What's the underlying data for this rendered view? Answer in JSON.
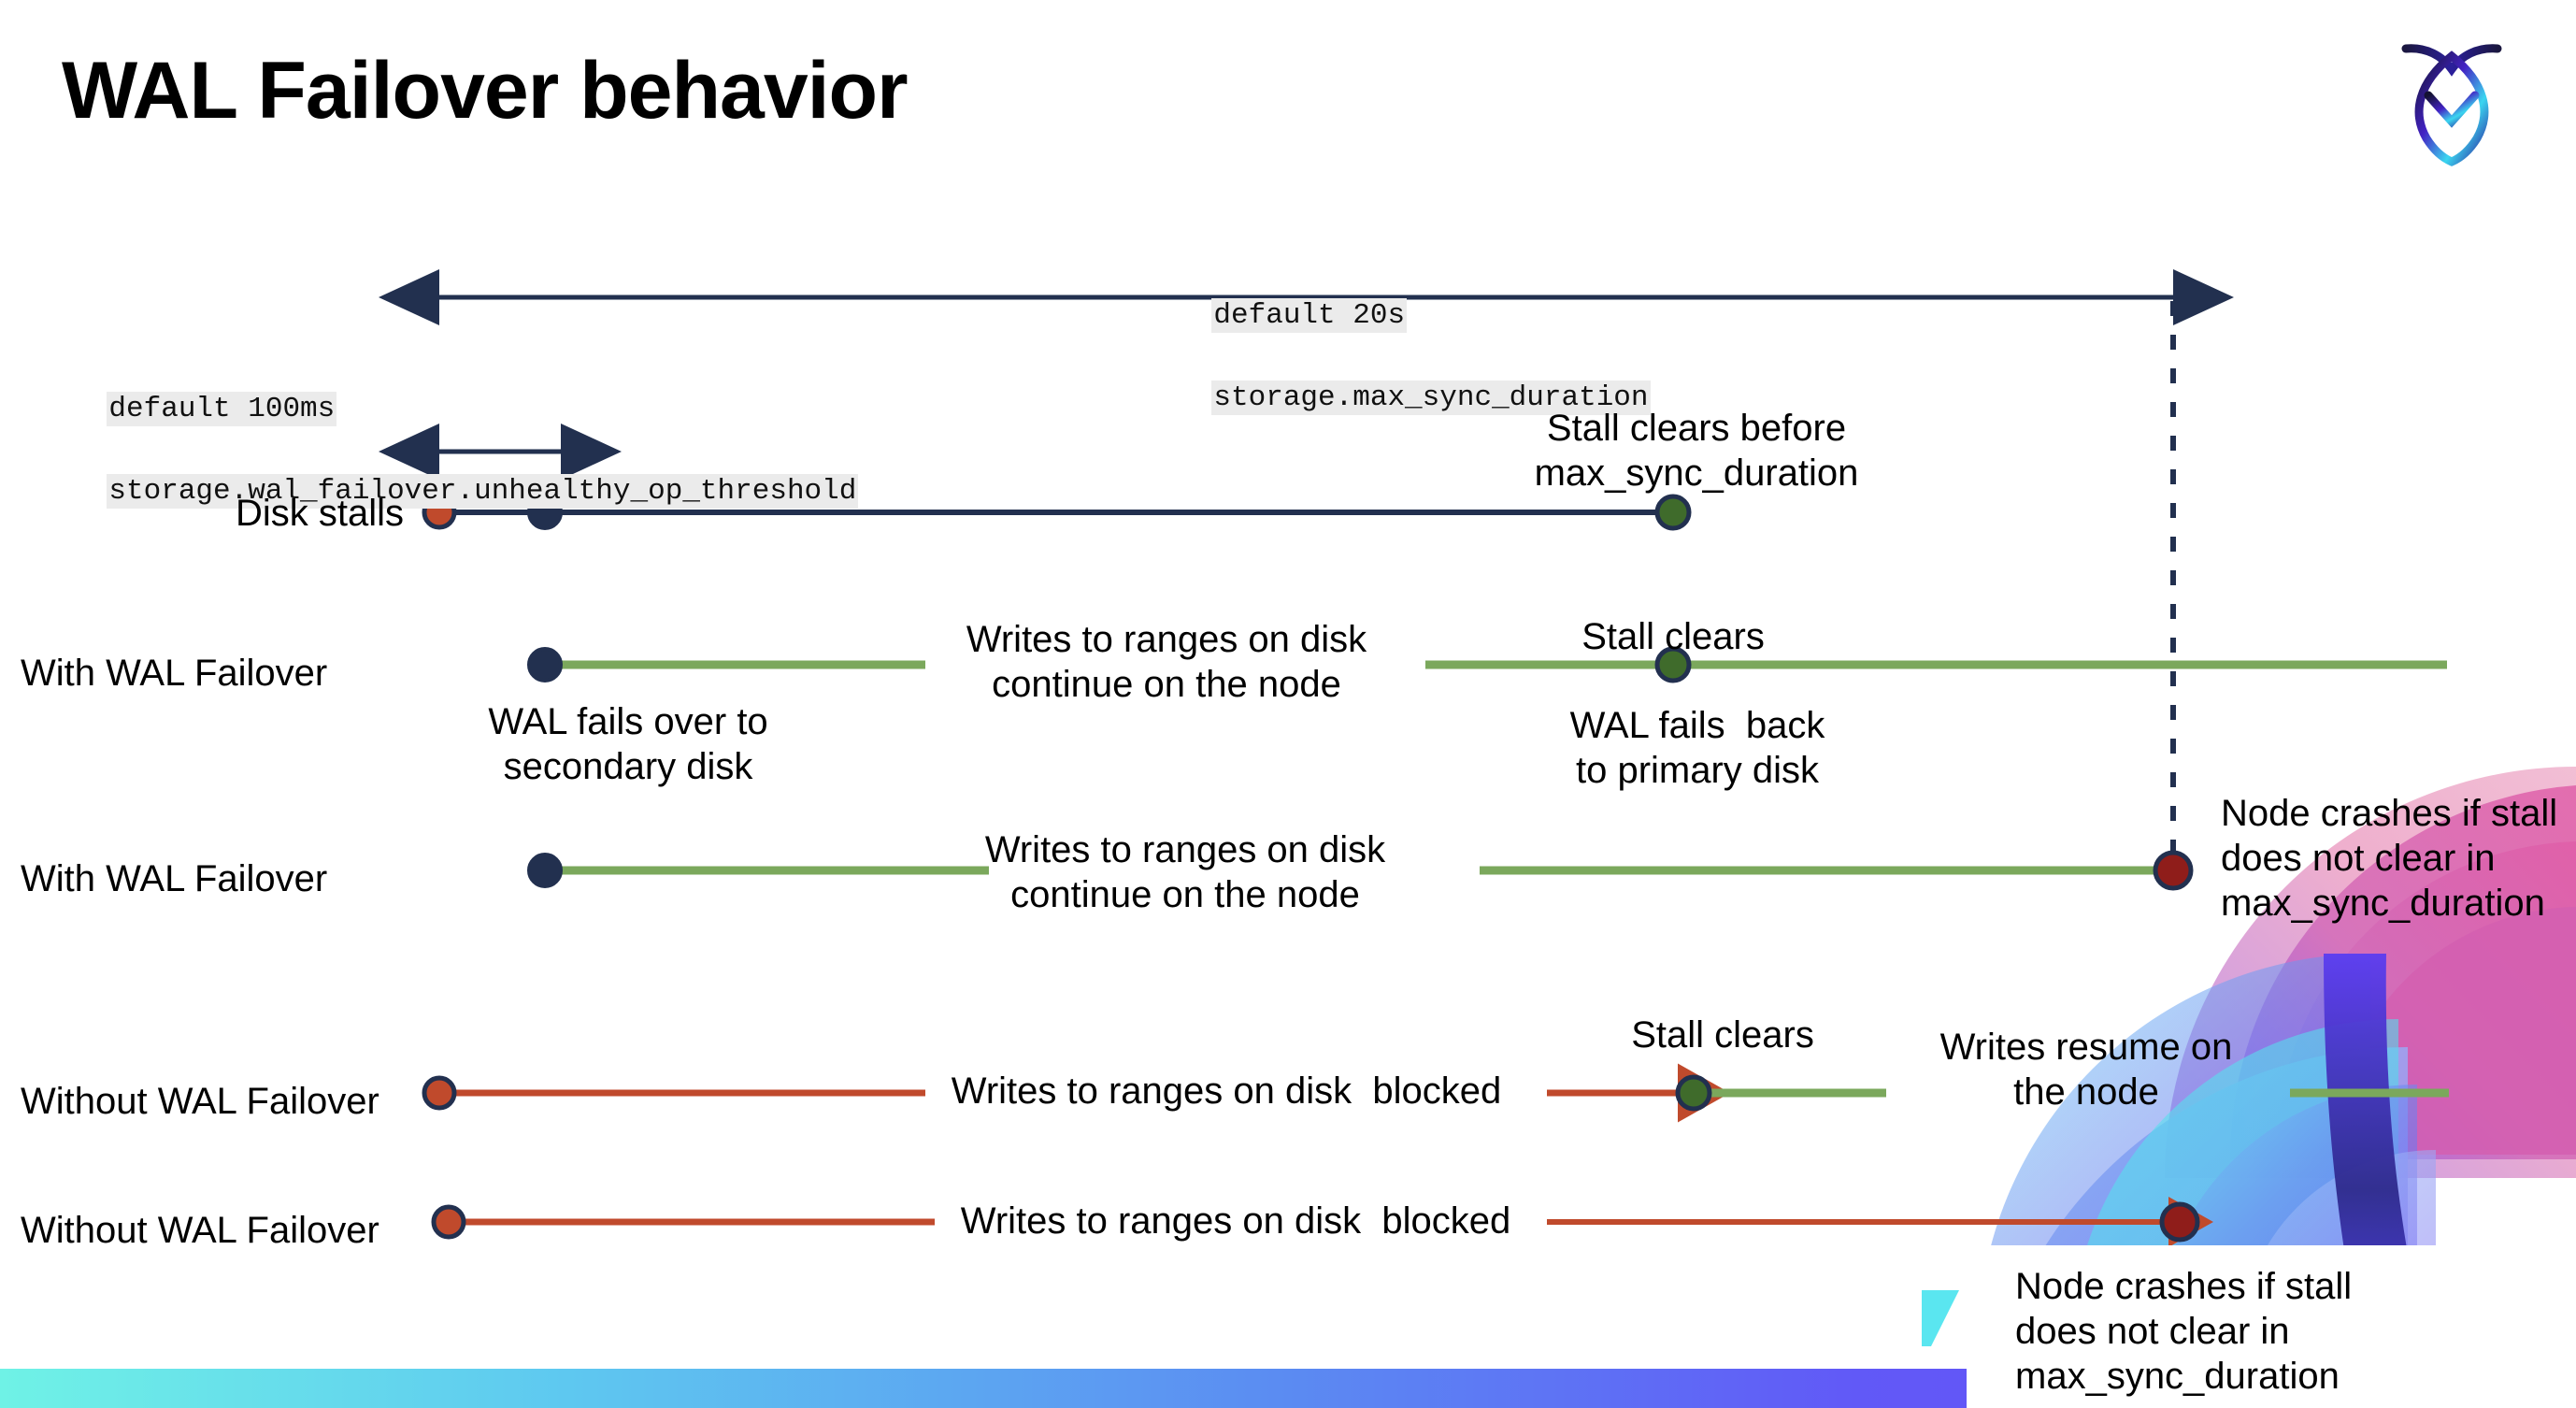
{
  "slide": {
    "title": "WAL Failover behavior",
    "logo_name": "cockroachdb-logo"
  },
  "annotations": {
    "max_sync": {
      "line1": "default 20s",
      "line2": "storage.max_sync_duration"
    },
    "unhealthy_op": {
      "line1": "default 100ms",
      "line2": "storage.wal_failover.unhealthy_op_threshold"
    }
  },
  "rows": [
    {
      "id": "disk-stalls",
      "label": "Disk stalls",
      "notes": [
        "Stall clears before\nmax_sync_duration"
      ]
    },
    {
      "id": "with-wal-failover-clears",
      "label": "With WAL Failover",
      "notes": [
        "Writes to ranges on disk\ncontinue on the node",
        "Stall clears",
        "WAL fails over to\nsecondary disk",
        "WAL fails  back\nto primary disk"
      ]
    },
    {
      "id": "with-wal-failover-crash",
      "label": "With WAL Failover",
      "notes": [
        "Writes to ranges on disk\ncontinue on the node",
        "Node crashes if stall\ndoes not clear in\nmax_sync_duration"
      ]
    },
    {
      "id": "without-wal-failover-clears",
      "label": "Without WAL Failover",
      "notes": [
        "Writes to ranges on disk  blocked",
        "Stall clears",
        "Writes resume on\nthe node"
      ]
    },
    {
      "id": "without-wal-failover-crash",
      "label": "Without WAL Failover",
      "notes": [
        "Writes to ranges on disk  blocked",
        "Node crashes if stall\ndoes not clear in\nmax_sync_duration"
      ]
    }
  ],
  "labels": {
    "disk_stalls": "Disk stalls",
    "with_wal_failover_1": "With WAL Failover",
    "with_wal_failover_2": "With WAL Failover",
    "without_wal_failover_1": "Without WAL Failover",
    "without_wal_failover_2": "Without WAL Failover",
    "stall_clears_before_max": "Stall clears before\nmax_sync_duration",
    "writes_continue_1": "Writes to ranges on disk\ncontinue on the node",
    "stall_clears_1": "Stall clears",
    "wal_fails_over": "WAL fails over to\nsecondary disk",
    "wal_fails_back": "WAL fails  back\nto primary disk",
    "writes_continue_2": "Writes to ranges on disk\ncontinue on the node",
    "node_crashes_1": "Node crashes if stall\ndoes not clear in\nmax_sync_duration",
    "writes_blocked_1": "Writes to ranges on disk  blocked",
    "stall_clears_2": "Stall clears",
    "writes_resume": "Writes resume on\nthe node",
    "writes_blocked_2": "Writes to ranges on disk  blocked",
    "node_crashes_2": "Node crashes if stall\ndoes not clear in\nmax_sync_duration"
  },
  "colors": {
    "navy": "#22304f",
    "orange": "#c04a2c",
    "green_line": "#7ba85c",
    "green_dot": "#3f6b2b",
    "dark_red": "#8f1d1a",
    "code_bg": "#ebebeb",
    "gradient_start": "#6ff2e6",
    "gradient_end": "#6a4bf5"
  }
}
